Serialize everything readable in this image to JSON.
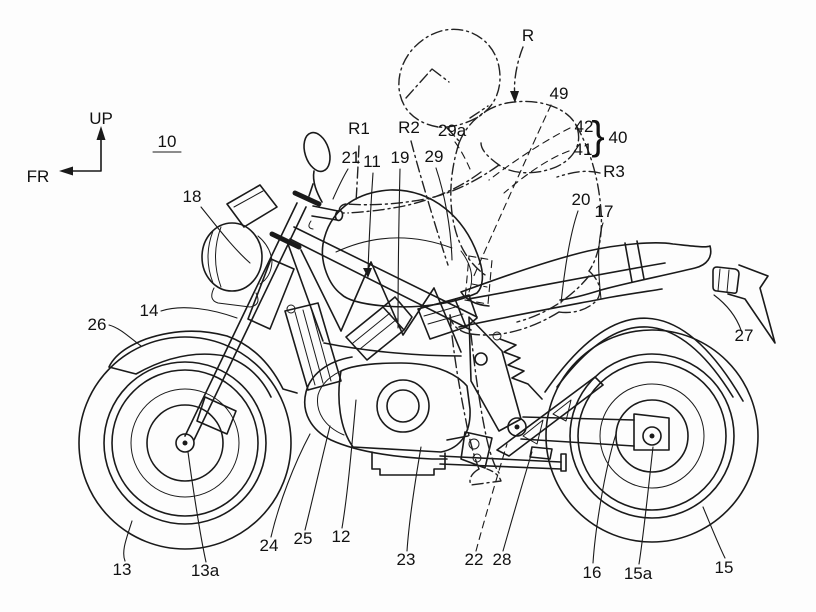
{
  "labels": {
    "up": "UP",
    "fr": "FR",
    "figure": "10",
    "r": "R",
    "r1": "R1",
    "r2": "R2",
    "r3": "R3",
    "n11": "11",
    "n12": "12",
    "n13": "13",
    "n13a": "13a",
    "n14": "14",
    "n15": "15",
    "n15a": "15a",
    "n16": "16",
    "n17": "17",
    "n18": "18",
    "n19": "19",
    "n20": "20",
    "n21": "21",
    "n22": "22",
    "n23": "23",
    "n24": "24",
    "n25": "25",
    "n26": "26",
    "n27": "27",
    "n28": "28",
    "n29": "29",
    "n29a": "29a",
    "n40": "40",
    "n41": "41",
    "n42": "42",
    "n49": "49",
    "brace": "}"
  },
  "style": {
    "ink": "#1a1a1a",
    "background": "#fdfdfd"
  }
}
